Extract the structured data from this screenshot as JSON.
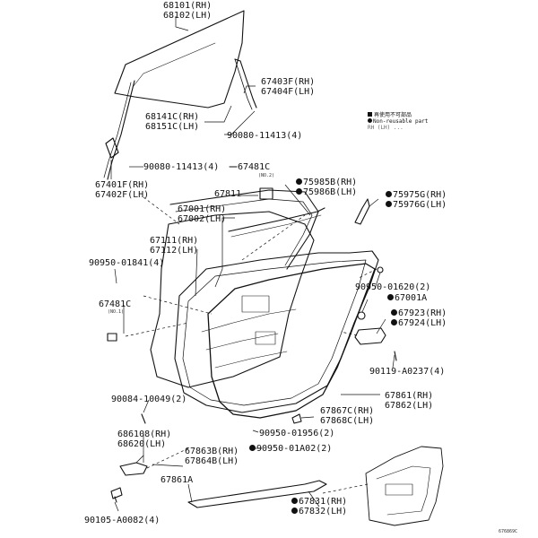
{
  "labels": {
    "glass": [
      "68101(RH)",
      "68102(LH)"
    ],
    "run_channel": [
      "67403F(RH)",
      "67404F(LH)"
    ],
    "regulator_rh_lh": [
      "68141C(RH)",
      "68151C(LH)"
    ],
    "bolt_90080_a": "90080-11413(4)",
    "bolt_90080_b": "90080-11413(4)",
    "clip_67481c_top": "67481C",
    "clip_67481c_top_note": "(NO.2)",
    "frame_67401": [
      "67401F(RH)",
      "67402F(LH)"
    ],
    "part_67811": "67811",
    "weatherstrip_75985": [
      "75985B(RH)",
      "75986B(LH)"
    ],
    "molding_75975": [
      "75975G(RH)",
      "75976G(LH)"
    ],
    "panel_67001": [
      "67001(RH)",
      "67002(LH)"
    ],
    "panel_67111": [
      "67111(RH)",
      "67112(LH)"
    ],
    "plug_90950_01841": "90950-01841(4)",
    "clip_67481c_left": "67481C",
    "clip_67481c_left_note": "(NO.1)",
    "plug_90950_01620": "90950-01620(2)",
    "part_67001a": "67001A",
    "handle_67923": [
      "67923(RH)",
      "67924(LH)"
    ],
    "bolt_90119": "90119-A0237(4)",
    "bolt_90084": "90084-10049(2)",
    "checker_68610": [
      "686108(RH)",
      "68620(LH)"
    ],
    "weatherstrip_67861": [
      "67861(RH)",
      "67862(LH)"
    ],
    "weatherstrip_67867": [
      "67867C(RH)",
      "67868C(LH)"
    ],
    "plug_90950_01956": "90950-01956(2)",
    "plug_90950_01a02": "90950-01A02(2)",
    "seal_67863": [
      "67863B(RH)",
      "67864B(LH)"
    ],
    "part_67861a": "67861A",
    "bolt_90105": "90105-A0082(4)",
    "trim_67831": [
      "67831(RH)",
      "67832(LH)"
    ],
    "diagram_code": "676869C"
  },
  "legend": {
    "line1": "再使用不可部品",
    "line2": "Non-reusable part",
    "line3": "RH (LH) ..."
  },
  "symbols": {
    "dot": "non-reusable-dot-icon",
    "square": "legend-square-icon"
  }
}
